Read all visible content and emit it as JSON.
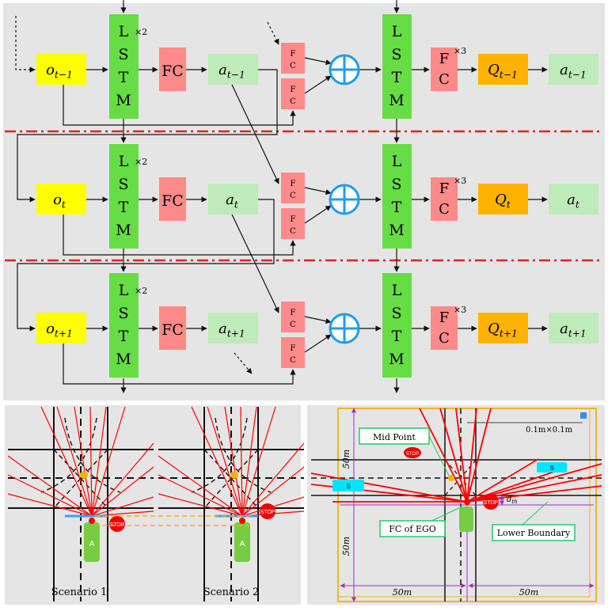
{
  "colors": {
    "obs": "#ffff00",
    "lstm": "#66dd44",
    "fc": "#ff8a8a",
    "act": "#bfeab9",
    "q": "#ffb300",
    "sum": "#1e9ee8",
    "divider": "#dd2222",
    "ray": "#ff0000",
    "car": "#77cc44",
    "border": "#f0b428",
    "measure": "#9b30c8",
    "callout": "#22cc66",
    "panel": "#e5e5e5"
  },
  "network": {
    "rows": [
      {
        "obs_base": "o",
        "obs_sub": "t−1",
        "act_base": "a",
        "act_sub": "t−1",
        "q_base": "Q",
        "q_sub": "t−1",
        "out_base": "a",
        "out_sub": "t−1"
      },
      {
        "obs_base": "o",
        "obs_sub": "t",
        "act_base": "a",
        "act_sub": "t",
        "q_base": "Q",
        "q_sub": "t",
        "out_base": "a",
        "out_sub": "t"
      },
      {
        "obs_base": "o",
        "obs_sub": "t+1",
        "act_base": "a",
        "act_sub": "t+1",
        "q_base": "Q",
        "q_sub": "t+1",
        "out_base": "a",
        "out_sub": "t+1"
      }
    ],
    "lstm_letters": [
      "L",
      "S",
      "T",
      "M"
    ],
    "fc_letters": [
      "F",
      "C"
    ],
    "lstm_mult": "×2",
    "fc_mult": "×3"
  },
  "scenarios": {
    "labels": [
      "Scenario 1",
      "Scenario 2"
    ],
    "stop_text": "STOP",
    "car_text": "A"
  },
  "map": {
    "callouts": {
      "mid_point": "Mid Point",
      "fc_ego": "FC of EGO",
      "lower_boundary": "Lower Boundary"
    },
    "grid_cell": "0.1m×0.1m",
    "dim_vertical": "50m",
    "dim_horizontal": "50m",
    "dth_base": "d",
    "dth_sub": "th",
    "stop_text": "STOP",
    "vehicle_text": "S"
  }
}
